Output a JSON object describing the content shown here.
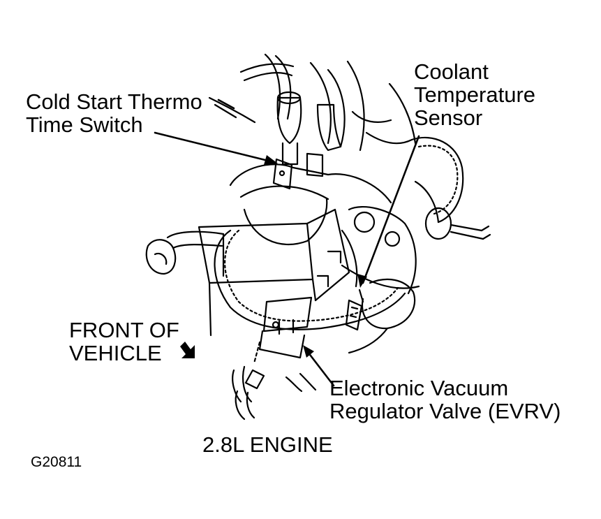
{
  "labels": {
    "cold_start_line1": "Cold Start Thermo",
    "cold_start_line2": "Time Switch",
    "coolant_line1": "Coolant",
    "coolant_line2": "Temperature",
    "coolant_line3": "Sensor",
    "front_line1": "FRONT OF",
    "front_line2": "VEHICLE",
    "evrv_line1": "Electronic Vacuum",
    "evrv_line2": "Regulator Valve (EVRV)",
    "engine_caption": "2.8L ENGINE",
    "figure_code": "G20811"
  },
  "colors": {
    "ink": "#000000",
    "paper": "#ffffff"
  },
  "icons": {
    "front_arrow": "diagonal-arrow-down-right"
  }
}
